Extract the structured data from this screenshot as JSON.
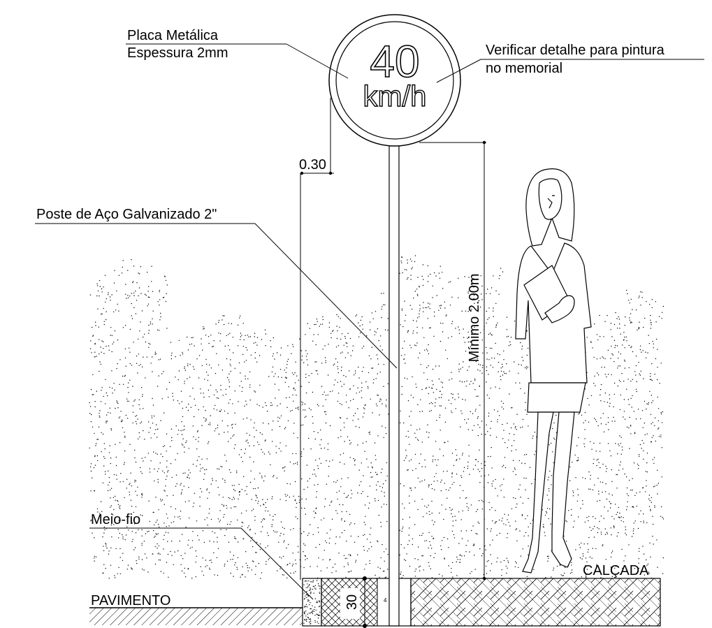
{
  "sign": {
    "speed_value": "40",
    "speed_unit": "km/h"
  },
  "labels": {
    "plate_line1": "Placa Metálica",
    "plate_line2": "Espessura 2mm",
    "paint_line1": "Verificar detalhe para pintura",
    "paint_line2": "no memorial",
    "offset_dimension": "0.30",
    "post": "Poste de Aço Galvanizado 2\"",
    "min_height": "Mínimo 2.00m",
    "curb": "Meio-fio",
    "sidewalk": "CALÇADA",
    "pavement": "PAVIMENTO",
    "footing_depth": "30",
    "footing_mark": "4"
  }
}
